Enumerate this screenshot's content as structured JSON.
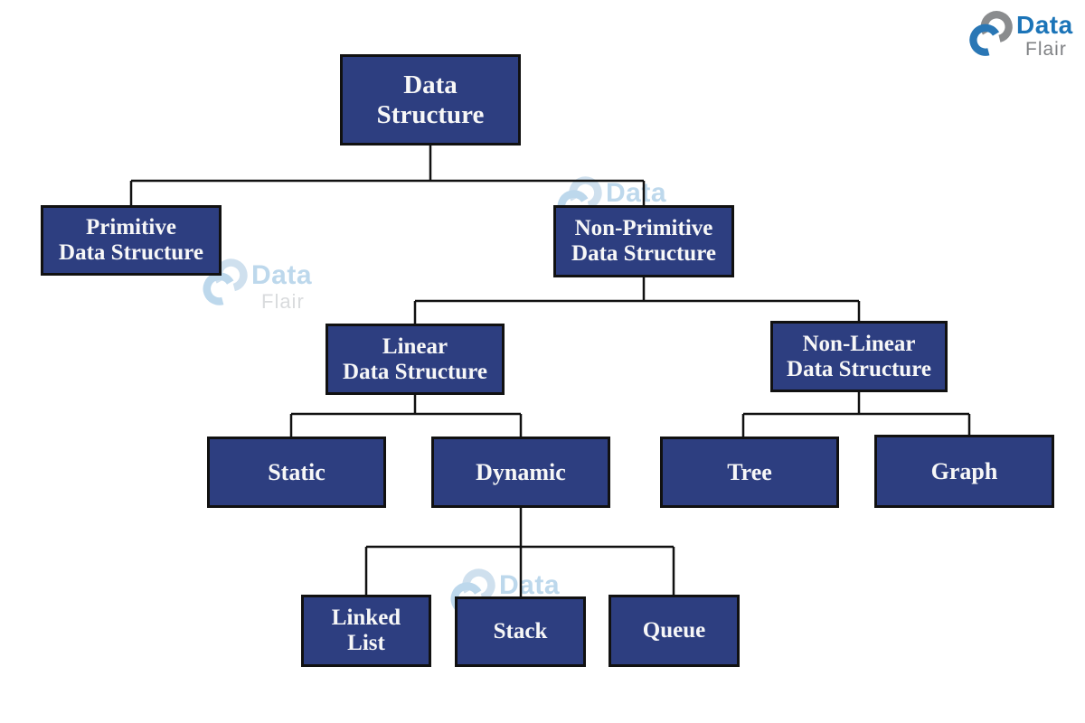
{
  "page": {
    "background": "#ffffff"
  },
  "theme": {
    "page_bg": "#ffffff",
    "node_fill": "#2d3e80",
    "node_border": "#111111",
    "node_text": "#f7f7f7",
    "connector": "#111111",
    "brand_blue": "#1b74b8",
    "brand_gray": "#7f8184",
    "watermark_blue": "#bdd8ec",
    "watermark_gray": "#d9dbdd"
  },
  "brand": {
    "line1": "Data",
    "line2": "Flair"
  },
  "diagram": {
    "nodes": {
      "root": {
        "label": "Data\nStructure"
      },
      "primitive": {
        "label": "Primitive\nData Structure"
      },
      "non_primitive": {
        "label": "Non-Primitive\nData Structure"
      },
      "linear": {
        "label": "Linear\nData Structure"
      },
      "non_linear": {
        "label": "Non-Linear\nData Structure"
      },
      "static": {
        "label": "Static"
      },
      "dynamic": {
        "label": "Dynamic"
      },
      "tree": {
        "label": "Tree"
      },
      "graph": {
        "label": "Graph"
      },
      "linked_list": {
        "label": "Linked\nList"
      },
      "stack": {
        "label": "Stack"
      },
      "queue": {
        "label": "Queue"
      }
    },
    "edges": [
      [
        "root",
        "primitive"
      ],
      [
        "root",
        "non_primitive"
      ],
      [
        "non_primitive",
        "linear"
      ],
      [
        "non_primitive",
        "non_linear"
      ],
      [
        "linear",
        "static"
      ],
      [
        "linear",
        "dynamic"
      ],
      [
        "non_linear",
        "tree"
      ],
      [
        "non_linear",
        "graph"
      ],
      [
        "dynamic",
        "linked_list"
      ],
      [
        "dynamic",
        "stack"
      ],
      [
        "dynamic",
        "queue"
      ]
    ]
  }
}
